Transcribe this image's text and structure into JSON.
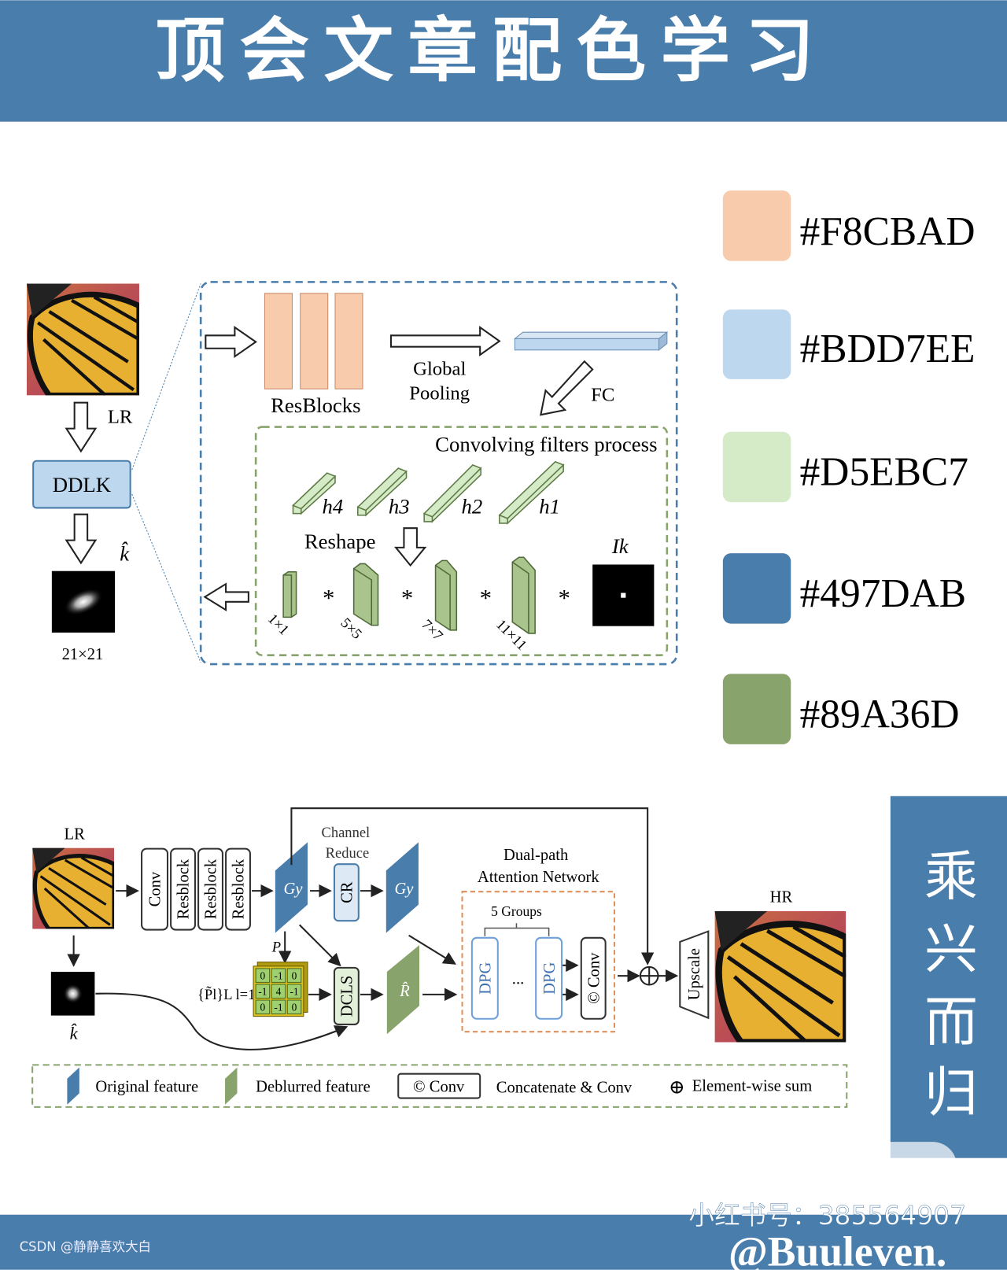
{
  "header": {
    "title": "顶会文章配色学习",
    "background": "#497DAB"
  },
  "swatches": [
    {
      "color": "#F8CBAD",
      "label": "#F8CBAD"
    },
    {
      "color": "#BDD7EE",
      "label": "#BDD7EE"
    },
    {
      "color": "#D5EBC7",
      "label": "#D5EBC7"
    },
    {
      "color": "#497DAB",
      "label": "#497DAB"
    },
    {
      "color": "#89A36D",
      "label": "#89A36D"
    }
  ],
  "top_diagram": {
    "lr": "LR",
    "ddlk": "DDLK",
    "k_hat": "k̂",
    "kernel_size": "21×21",
    "resblocks": "ResBlocks",
    "global": "Global",
    "pooling": "Pooling",
    "fc": "FC",
    "conv_title": "Convolving filters process",
    "h_labels": [
      "h4",
      "h3",
      "h2",
      "h1"
    ],
    "reshape": "Reshape",
    "filter_sizes": [
      "1×1",
      "5×5",
      "7×7",
      "11×11"
    ],
    "star": "*",
    "ik": "Ik"
  },
  "bottom_diagram": {
    "lr": "LR",
    "conv": "Conv",
    "resblock": "Resblock",
    "gy": "Gy",
    "channel": "Channel",
    "reduce": "Reduce",
    "cr": "CR",
    "p": "P",
    "p_set": "{P̃l}L l=1",
    "matrix": [
      "0",
      "-1",
      "0",
      "-1",
      "4",
      "-1",
      "0",
      "-1",
      "0"
    ],
    "dcls": "DCLS",
    "r_hat": "R̂",
    "k_hat": "k̂",
    "dual_path": "Dual-path",
    "attention_network": "Attention Network",
    "groups": "5 Groups",
    "dpg": "DPG",
    "ellipsis": "...",
    "cconv": "© Conv",
    "upscale": "Upscale",
    "hr": "HR",
    "legend": {
      "original": "Original feature",
      "deblurred": "Deblurred feature",
      "conv": "© Conv",
      "concat": "Concatenate & Conv",
      "sum_symbol": "⊕",
      "sum": "Element-wise sum"
    }
  },
  "side_banner": {
    "chars": [
      "乘",
      "兴",
      "而",
      "归"
    ]
  },
  "footer": {
    "account": "小红书号：385564907",
    "handle": "@Buuleven.",
    "csdn": "CSDN @静静喜欢大白"
  }
}
